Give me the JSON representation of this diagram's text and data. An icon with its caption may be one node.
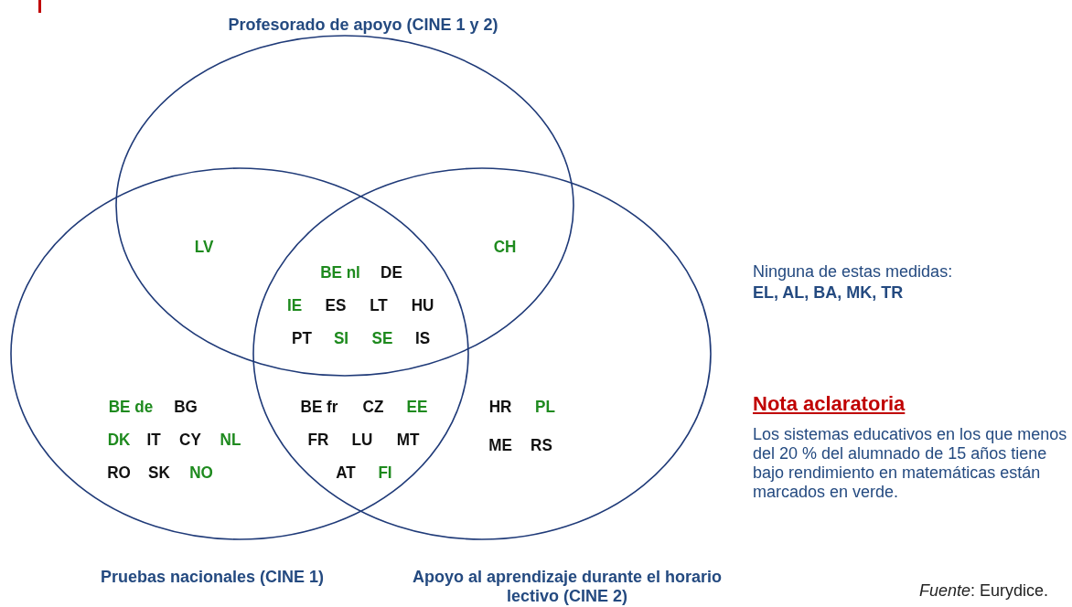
{
  "diagram": {
    "nodes": [
      {
        "text": [
          "**Profesorado de apoyo (CINE 1** y **2)**"
        ]
      },
      {
        "text": [
          "Pruebas nacionales (CINE 1)"
        ]
      },
      {
        "text": [
          "Apoyo al aprendizaje durante el horario lectivo (CINE 2)"
        ]
      }
    ],
    "labels": [
      "LV",
      "CH",
      "BE nl",
      "DE",
      "IE",
      "ES",
      "LT",
      "HU",
      "PT",
      "SI",
      "SE",
      "IS",
      "BE de",
      "BG",
      "BE fr",
      "CZ",
      "EE",
      "HR",
      "PL",
      "DK",
      "IT",
      "CY",
      "NL",
      "FR",
      "LU",
      "MT",
      "ME",
      "RS",
      "RO",
      "SK",
      "NO",
      "AT",
      "FI",
      "Ninguna de estas medidas:",
      "EL, AL, BA, MK, TR",
      "Nota aclaratoria",
      "Los sistemas educativos en los que menos del 20 % del alumnado de 15 años tiene bajo rendimiento en matemáticas están marcados en verde.",
      "*Fuente*: Eurydice."
    ]
  }
}
